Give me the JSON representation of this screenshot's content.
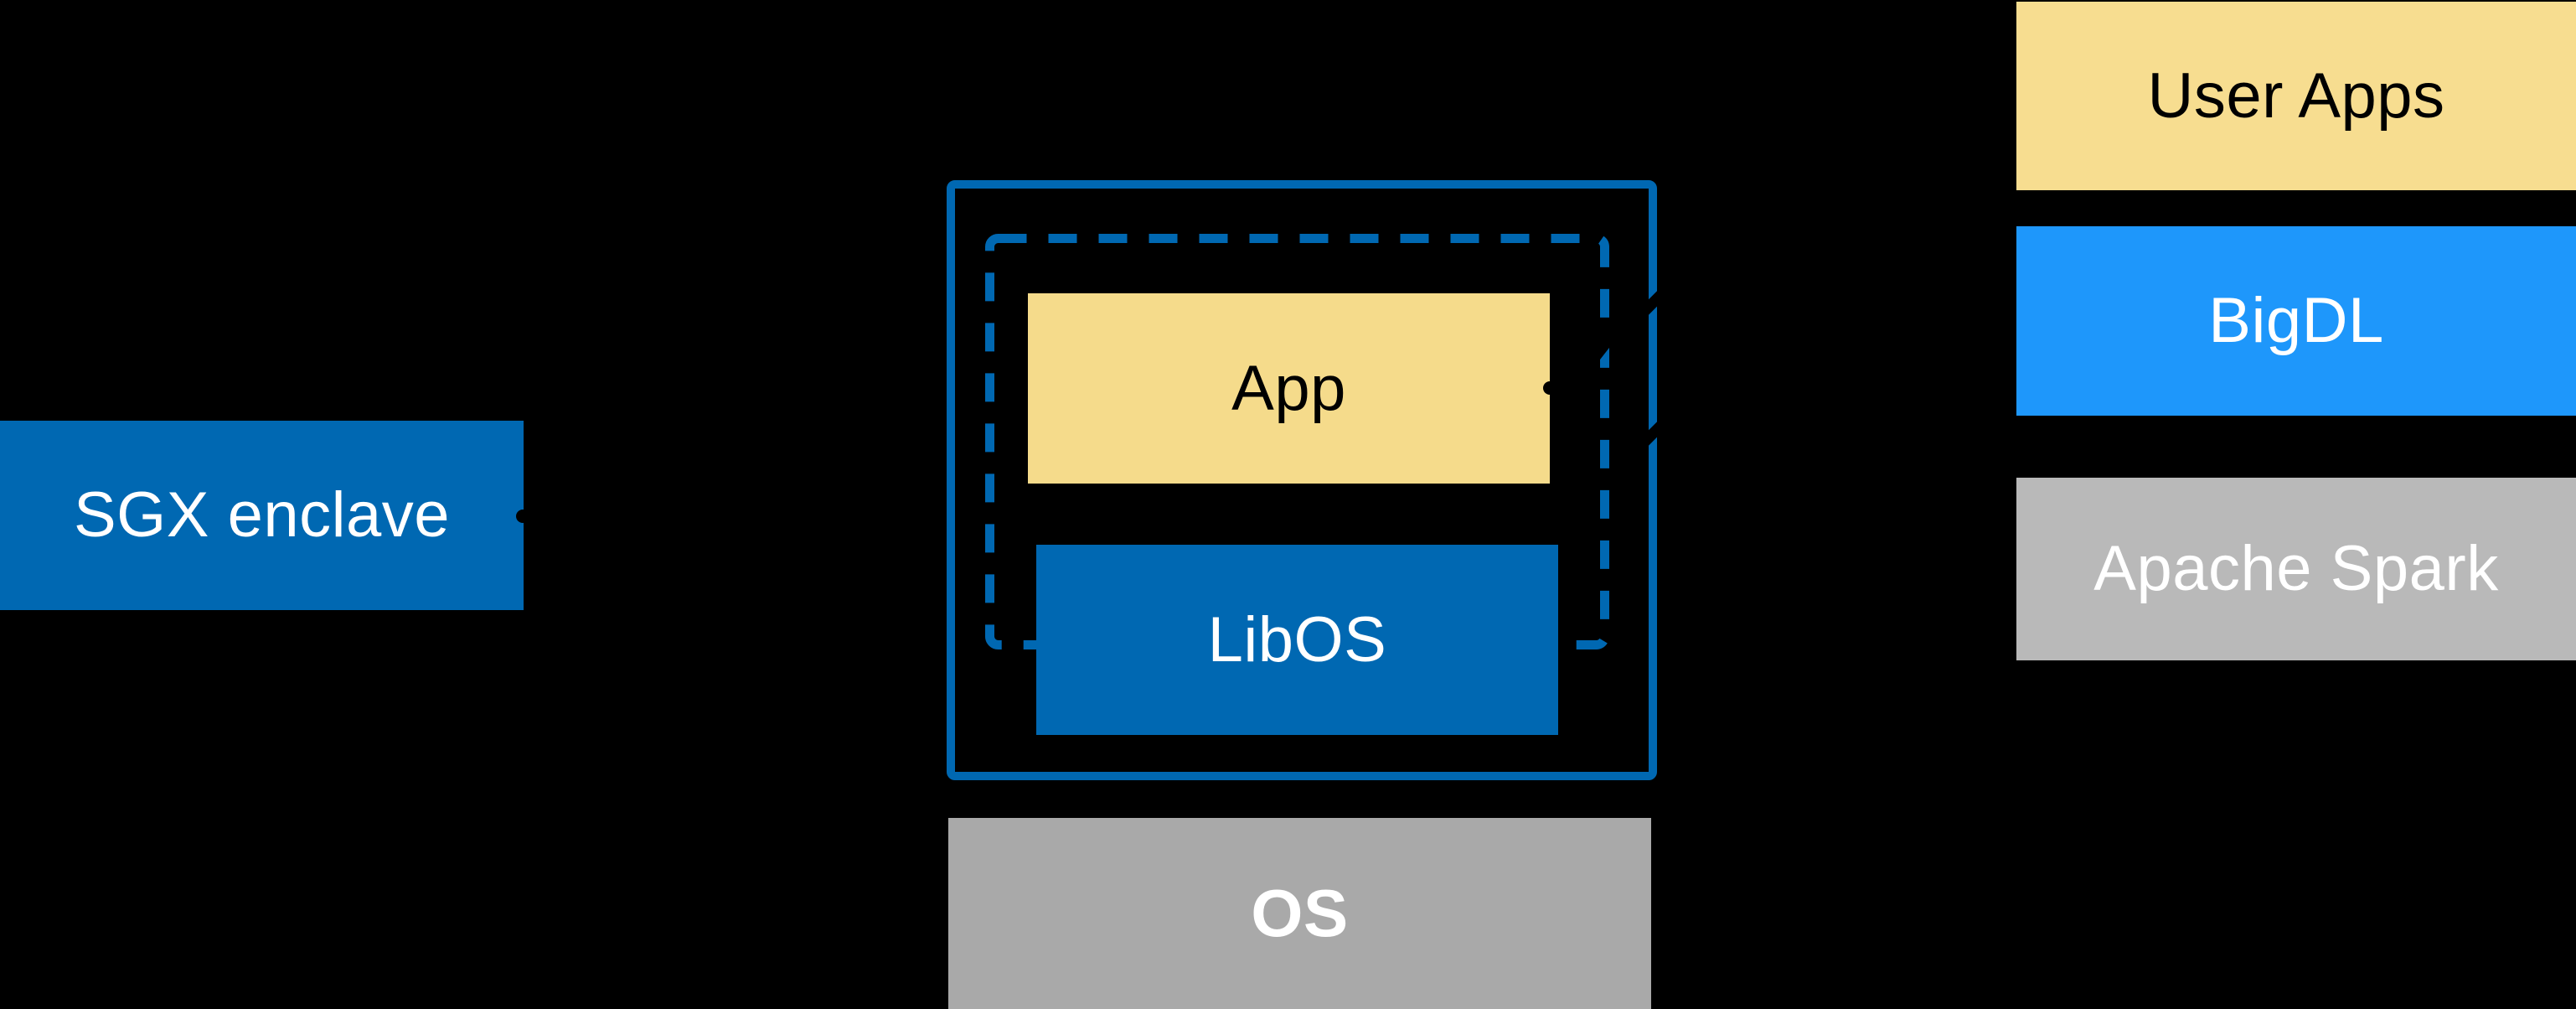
{
  "diagram": {
    "background": "#000000",
    "left_node": {
      "label": "SGX enclave",
      "bg": "#0068B2",
      "text_color": "#FFFFFF"
    },
    "center_group": {
      "app": {
        "label": "App",
        "bg": "#F5DB8B",
        "text_color": "#000000"
      },
      "libos": {
        "label": "LibOS",
        "bg": "#0068B2",
        "text_color": "#FFFFFF"
      },
      "solid_border_color": "#0068B2",
      "dashed_border_color": "#0068B2"
    },
    "os_node": {
      "label": "OS",
      "bg": "#A9A9A9",
      "text_color": "#FFFFFF"
    },
    "right_stack": [
      {
        "id": "user_apps",
        "label": "User Apps",
        "bg": "#F7DD90",
        "text_color": "#000000"
      },
      {
        "id": "bigdl",
        "label": "BigDL",
        "bg": "#1E97FB",
        "text_color": "#FFFFFF"
      },
      {
        "id": "apache_spark",
        "label": "Apache Spark",
        "bg": "#B9B9B9",
        "text_color": "#FFFFFF"
      }
    ],
    "colors": {
      "intel_blue": "#0068B2",
      "bright_blue": "#1E97FB",
      "yellow_app": "#F5DB8B",
      "yellow_user_apps": "#F7DD90",
      "gray_os": "#A9A9A9",
      "gray_spark": "#B9B9B9",
      "background_black": "#000000",
      "text_white": "#FFFFFF",
      "text_black": "#000000"
    }
  }
}
